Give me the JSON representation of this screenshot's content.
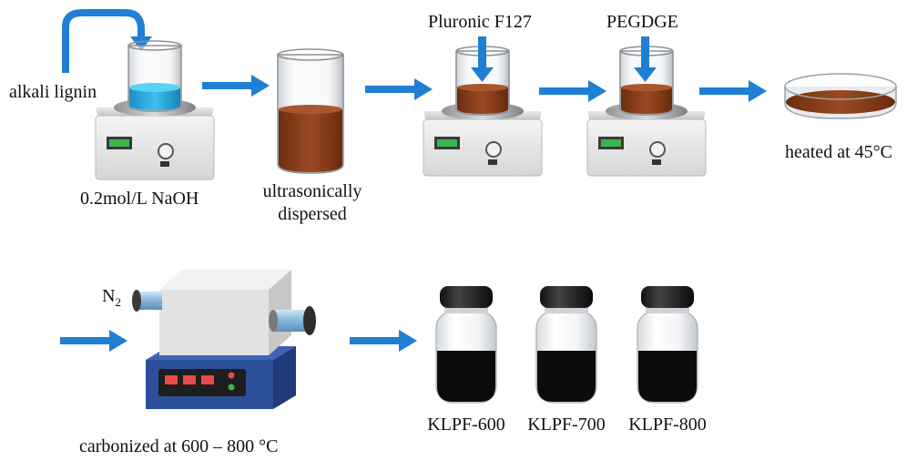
{
  "labels": {
    "alkali_lignin": "alkali lignin",
    "naoh": "0.2mol/L NaOH",
    "ultrasonic_line1": "ultrasonically",
    "ultrasonic_line2": "dispersed",
    "pluronic": "Pluronic F127",
    "pegdge": "PEGDGE",
    "heated": "heated at 45°C",
    "n2_main": "N",
    "n2_sub": "2",
    "carbonized": "carbonized at 600 – 800 °C",
    "products": [
      "KLPF-600",
      "KLPF-700",
      "KLPF-800"
    ]
  },
  "colors": {
    "arrow": "#1f7fd4",
    "blue_solution": "#2aa9de",
    "brown_solution": "#8b3c1a",
    "black_powder": "#0b0b0b",
    "furnace_base": "#2d4f9a",
    "furnace_body": "#e2e2e2",
    "button_red": "#e84a4a",
    "display_green": "#3bb54a"
  }
}
